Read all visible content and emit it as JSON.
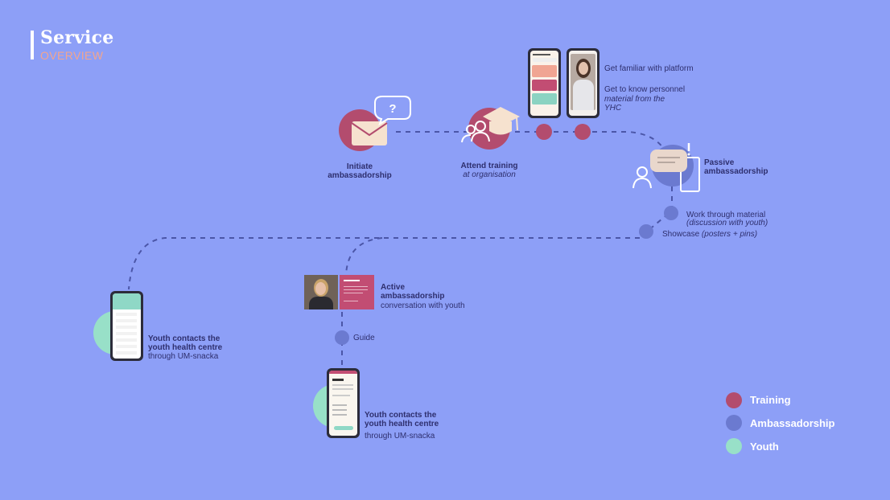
{
  "header": {
    "title": "Service",
    "subtitle": "OVERVIEW"
  },
  "colors": {
    "background": "#8d9ff7",
    "training": "#b34c6e",
    "ambassadorship": "#6b7ad0",
    "youth": "#98e0c8",
    "accent": "#f3a58e"
  },
  "steps": {
    "initiate": {
      "title": "Initiate\nambassadorship",
      "icon": "envelope-question-icon"
    },
    "attend": {
      "title": "Attend training",
      "subtitle": "at organisation",
      "icon": "graduation-people-icon"
    },
    "familiar": {
      "title": "Get familiar with platform"
    },
    "know": {
      "title": "Get to know personnel",
      "subtitle": "material from the\nYHC"
    },
    "passive": {
      "title": "Passive\nambassadorship",
      "icon": "chat-person-icon"
    },
    "work": {
      "title": "Work through material",
      "subtitle": "(discussion with youth)"
    },
    "showcase": {
      "title": "Showcase",
      "subtitle": "(posters + pins)"
    },
    "active": {
      "title": "Active\nambassadorship",
      "subtitle": "conversation with youth"
    },
    "youth1": {
      "title": "Youth contacts the\nyouth health centre",
      "subtitle": "through UM-snacka"
    },
    "guide": {
      "title": "Guide"
    },
    "youth2": {
      "title": "Youth contacts the\nyouth health centre",
      "subtitle": "through UM-snacka"
    }
  },
  "legend": [
    {
      "label": "Training",
      "color": "#b34c6e"
    },
    {
      "label": "Ambassadorship",
      "color": "#6b7ad0"
    },
    {
      "label": "Youth",
      "color": "#98e0c8"
    }
  ]
}
